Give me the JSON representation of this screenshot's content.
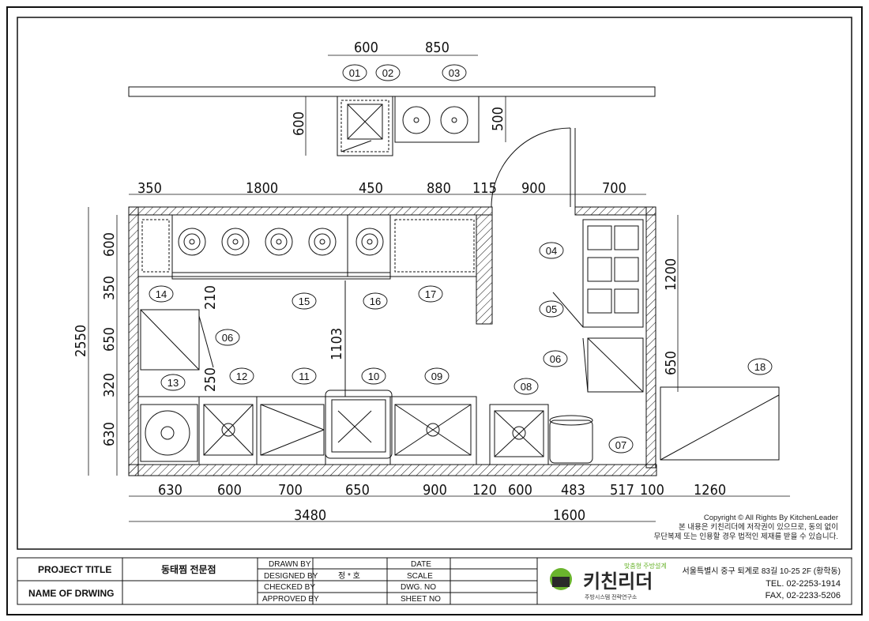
{
  "dimensions": {
    "top_small": [
      "600",
      "850"
    ],
    "left_small": "600",
    "right_small": "500",
    "top_main": [
      "350",
      "1800",
      "450",
      "880",
      "115",
      "900",
      "700"
    ],
    "left_main_total": "2550",
    "left_main": [
      "600",
      "350",
      "650",
      "320",
      "630"
    ],
    "inner_210": "210",
    "inner_250": "250",
    "inner_1103": "1103",
    "right_main": [
      "1200",
      "650"
    ],
    "bottom_main": [
      "630",
      "600",
      "700",
      "650",
      "900",
      "120",
      "600",
      "483",
      "517",
      "100",
      "1260"
    ],
    "bottom_total_left": "3480",
    "bottom_total_right": "1600"
  },
  "tags": [
    "01",
    "02",
    "03",
    "04",
    "05",
    "06",
    "06",
    "07",
    "08",
    "09",
    "10",
    "11",
    "12",
    "13",
    "14",
    "15",
    "16",
    "17",
    "18"
  ],
  "copyright": {
    "line1": "Copyright © All Rights By KitchenLeader",
    "line2": "본 내용은 키친리더에 저작권이 있으므로, 동의 없이",
    "line3": "무단복제 또는 인용할 경우 법적인 제재를 받을 수 있습니다."
  },
  "title_block": {
    "project_title_label": "PROJECT TITLE",
    "project_title_value": "동태찜 전문점",
    "name_of_drawing_label": "NAME OF DRWING",
    "drawn_by": "DRAWN BY",
    "designed_by": "DESIGNED BY",
    "designer": "정 * 호",
    "checked_by": "CHECKED BY",
    "approved_by": "APPROVED BY",
    "date": "DATE",
    "scale": "SCALE",
    "dwg_no": "DWG. NO",
    "sheet_no": "SHEET NO",
    "logo_text": "키친리더",
    "logo_tagline": "맞춤형 주방설계",
    "logo_sub": "주방시스템 전략연구소",
    "address": "서울특별시 중구 퇴계로 83길 10-25 2F (황학동)",
    "tel": "TEL. 02-2253-1914",
    "fax": "FAX, 02-2233-5206"
  },
  "colors": {
    "line": "#111111",
    "logo_green": "#6ab42d",
    "logo_dark": "#2a2a2a"
  }
}
